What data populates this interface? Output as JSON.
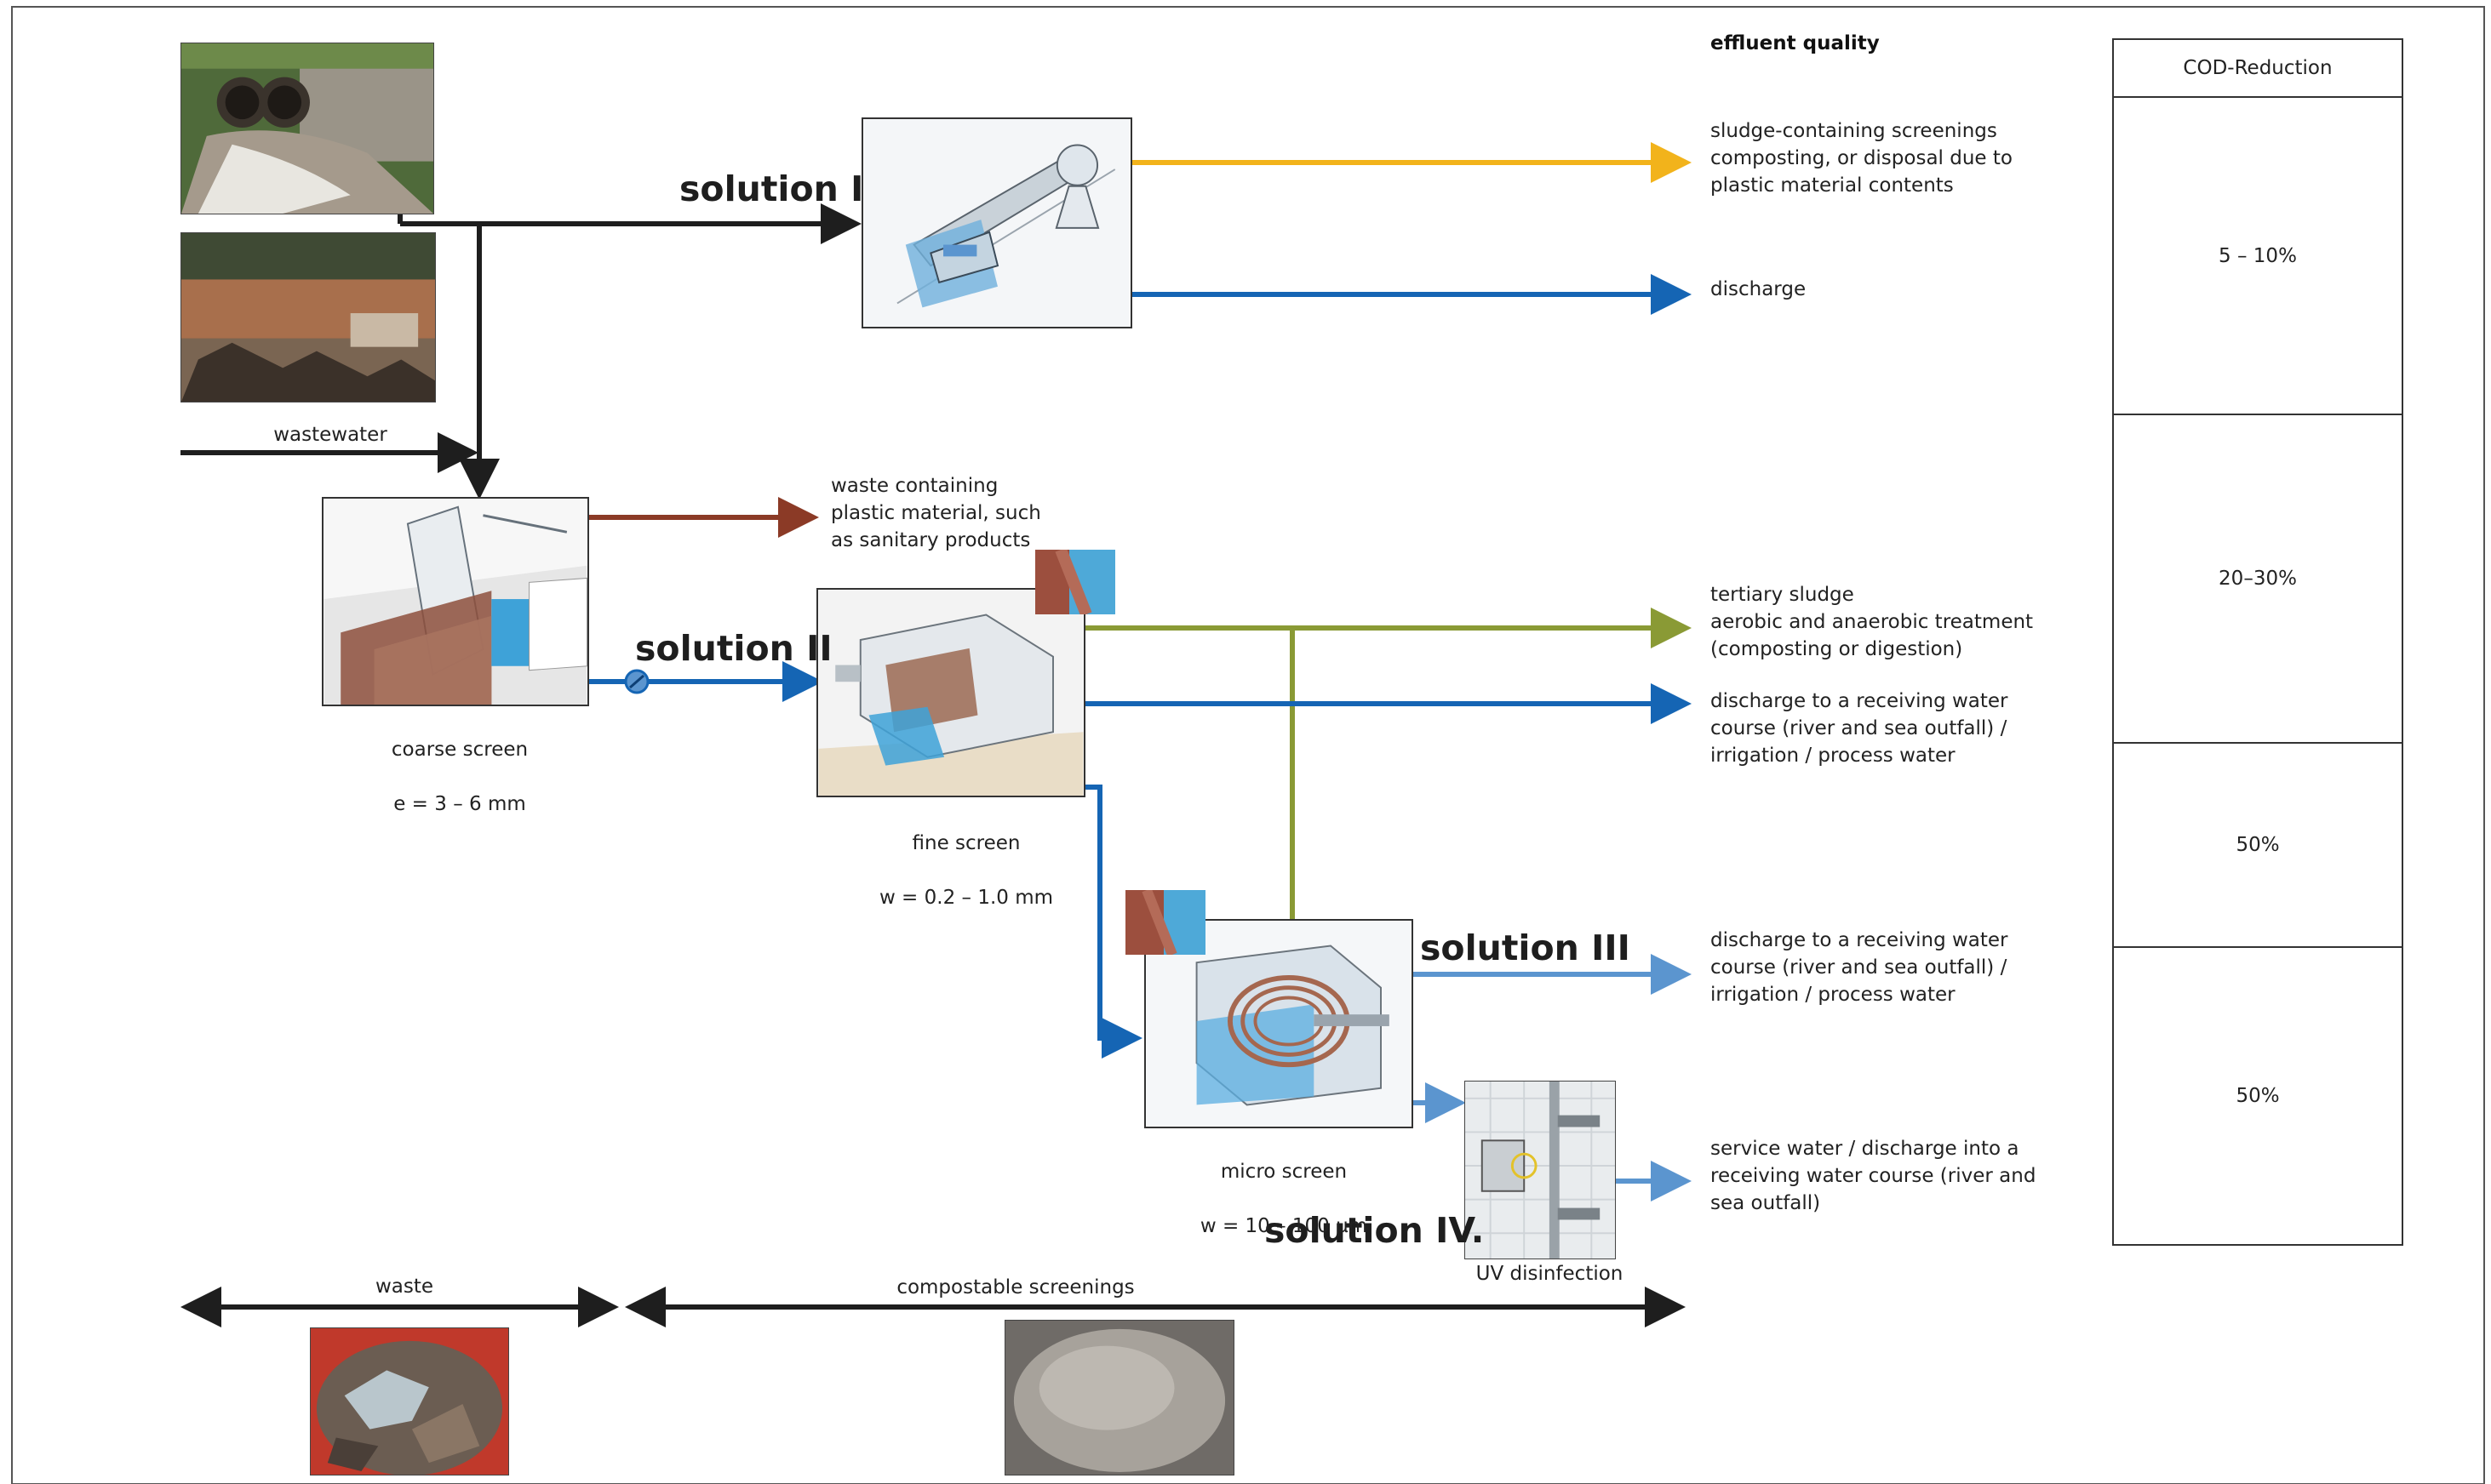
{
  "header": {
    "effluent_quality": "effluent quality"
  },
  "cod_table": {
    "title": "COD-Reduction",
    "rows": [
      "5 – 10%",
      "20–30%",
      "50%",
      "50%"
    ]
  },
  "solutions": {
    "s1": "solution I",
    "s2": "solution II",
    "s3": "solution III",
    "s4": "solution IV."
  },
  "inputs": {
    "wastewater": "wastewater"
  },
  "equipment": {
    "coarse": {
      "name": "coarse screen",
      "spec": "e = 3 – 6 mm"
    },
    "fine": {
      "name": "fine screen",
      "spec": "w = 0.2 – 1.0 mm"
    },
    "micro": {
      "name": "micro screen",
      "spec": "w = 10 – 100 µm"
    },
    "uv": {
      "name": "UV disinfection"
    }
  },
  "outputs": {
    "screenings": "sludge-containing screenings\ncomposting, or disposal due to\nplastic material contents",
    "discharge": "discharge",
    "plastic_waste": "waste containing\nplastic material, such\nas sanitary products",
    "tertiary": "tertiary sludge\naerobic and anaerobic treatment\n(composting or digestion)",
    "receiving_1": "discharge to a receiving water\ncourse (river and sea outfall) /\nirrigation / process water",
    "receiving_2": "discharge to a receiving water\ncourse (river and sea outfall) /\nirrigation / process water",
    "service": "service water / discharge into a\nreceiving water course (river and\nsea outfall)"
  },
  "bottom": {
    "waste": "waste",
    "compostable": "compostable screenings"
  },
  "colors": {
    "black": "#1e1e1e",
    "yellow": "#f2b31b",
    "blue": "#1565b4",
    "lightblue": "#5b95cf",
    "olive": "#8a9a35",
    "brown": "#8b3a26"
  }
}
